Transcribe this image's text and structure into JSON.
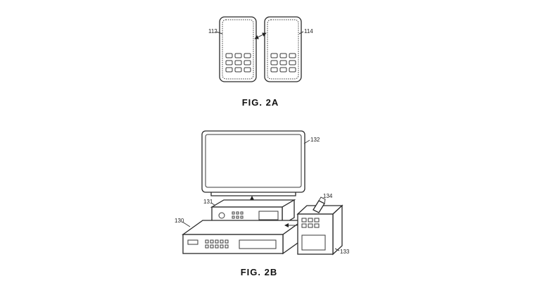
{
  "fig2a": {
    "caption": "FIG. 2A",
    "phone_left_ref": "112",
    "phone_right_ref": "114"
  },
  "fig2b": {
    "caption": "FIG. 2B",
    "display_ref": "132",
    "settop_ref": "131",
    "console_ref": "130",
    "tower_ref": "133",
    "dongle_ref": "134"
  }
}
